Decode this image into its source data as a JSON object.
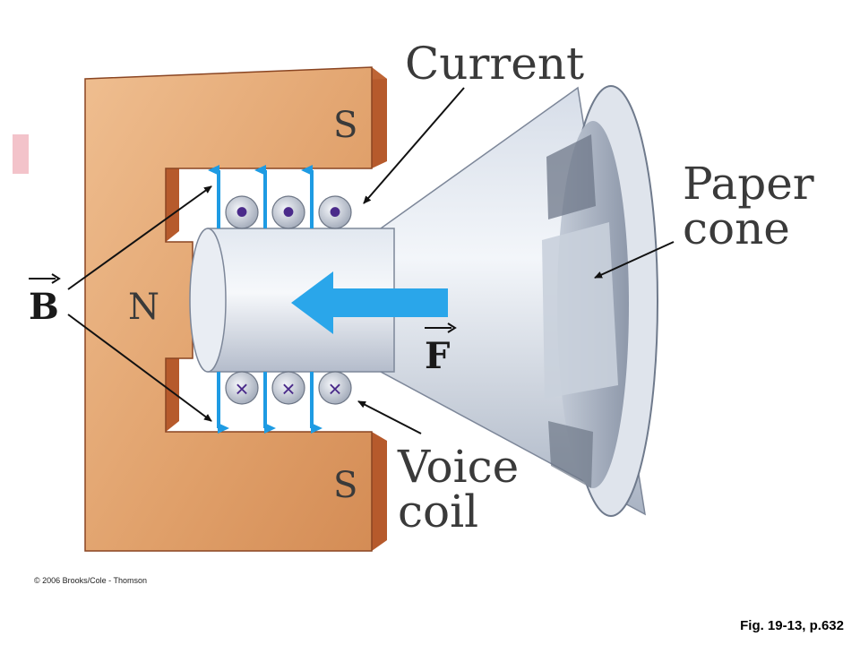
{
  "labels": {
    "current": "Current",
    "paper_cone_line1": "Paper",
    "paper_cone_line2": "cone",
    "voice_coil_line1": "Voice",
    "voice_coil_line2": "coil",
    "pole_s_top": "S",
    "pole_s_bottom": "S",
    "pole_n": "N",
    "vector_b": "B",
    "vector_f": "F"
  },
  "coil_marks": {
    "top": [
      "•",
      "•",
      "•"
    ],
    "bottom": [
      "×",
      "×",
      "×"
    ]
  },
  "copyright": "© 2006 Brooks/Cole - Thomson",
  "figure_ref": "Fig. 19-13, p.632",
  "colors": {
    "magnet_face": "#e4a772",
    "magnet_side": "#b65a2c",
    "field_arrow": "#1e9be3",
    "force_arrow": "#2aa6ea",
    "coil_mark": "#4a2a8a",
    "cone_light": "#eef2f8",
    "cone_dark": "#a9b3c3"
  }
}
